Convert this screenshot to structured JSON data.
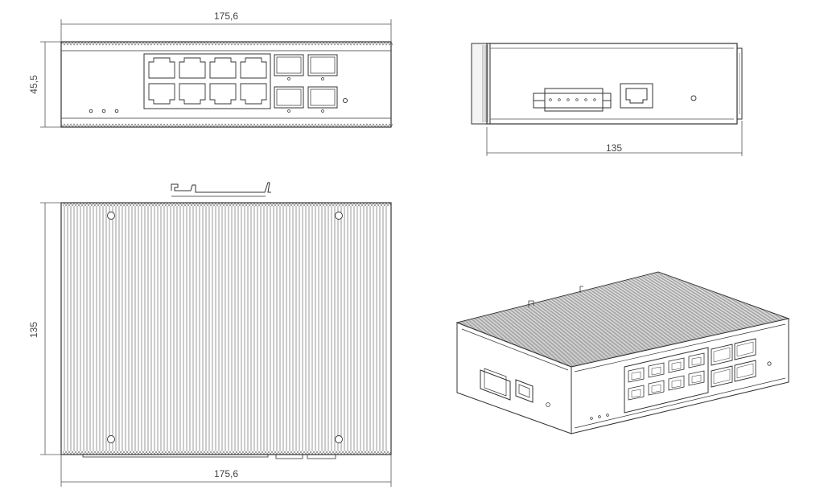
{
  "dimensions": {
    "front_width": "175,6",
    "front_height": "45,5",
    "side_depth": "135",
    "top_depth": "135",
    "top_width": "175,6"
  },
  "colors": {
    "line": "#333333",
    "fin": "#555555",
    "dim": "#555555",
    "background": "#ffffff"
  },
  "ports": {
    "rj45_count": 8,
    "sfp_count": 4,
    "leds": 3
  }
}
